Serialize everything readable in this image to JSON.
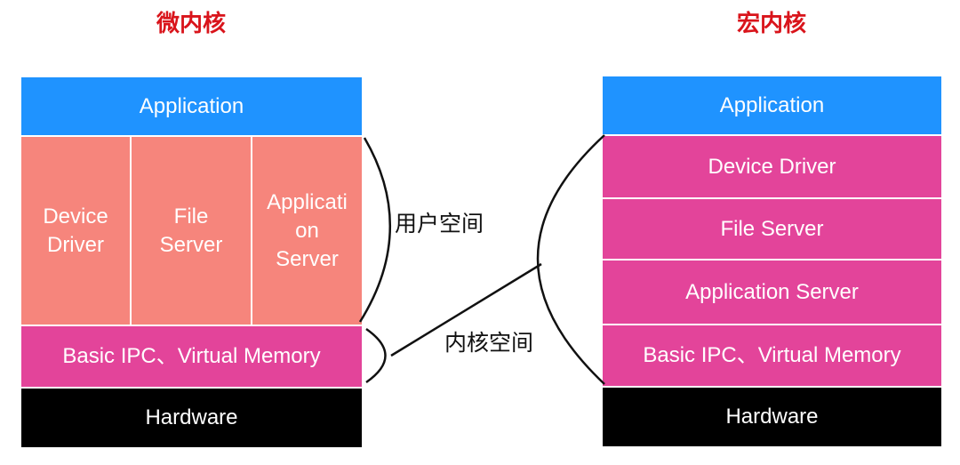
{
  "microkernel": {
    "title": "微内核",
    "application": "Application",
    "device_driver": "Device\nDriver",
    "file_server": "File\nServer",
    "application_server": "Applicati\non\nServer",
    "basic_ipc": "Basic IPC、Virtual Memory",
    "hardware": "Hardware"
  },
  "monolithic": {
    "title": "宏内核",
    "application": "Application",
    "device_driver": "Device Driver",
    "file_server": "File Server",
    "application_server": "Application Server",
    "basic_ipc": "Basic IPC、Virtual Memory",
    "hardware": "Hardware"
  },
  "labels": {
    "user_space": "用户空间",
    "kernel_space": "内核空间"
  },
  "colors": {
    "application": "#1f93ff",
    "microkernel_services": "#f6857c",
    "kernel": "#e3449a",
    "hardware": "#000000",
    "title": "#d9141b"
  }
}
